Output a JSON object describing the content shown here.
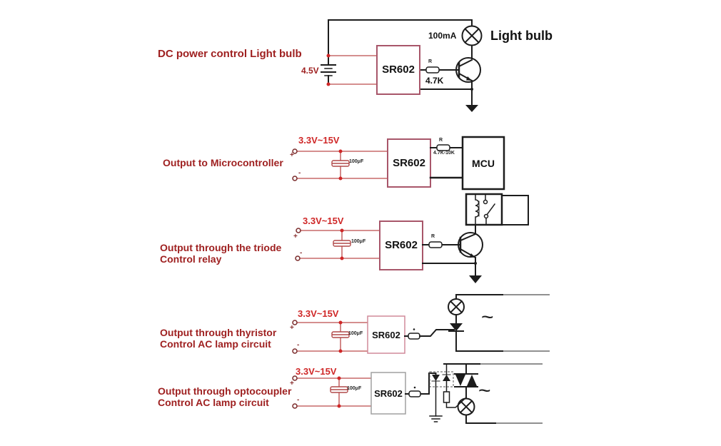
{
  "sections": [
    {
      "title": "DC power control Light bulb",
      "battery_voltage": "4.5V",
      "module": "SR602",
      "resistor": "4.7K",
      "pin": "R",
      "lamp_current": "100mA",
      "load": "Light bulb"
    },
    {
      "title": "Output to Microcontroller",
      "supply": "3.3V~15V",
      "capacitor": "100μF",
      "module": "SR602",
      "resistor": "4.7K-10K",
      "pin": "R",
      "target": "MCU"
    },
    {
      "title_line1": "Output through the triode",
      "title_line2": "Control relay",
      "supply": "3.3V~15V",
      "capacitor": "100μF",
      "module": "SR602",
      "pin": "R"
    },
    {
      "title_line1": "Output through thyristor",
      "title_line2": "Control AC lamp circuit",
      "supply": "3.3V~15V",
      "capacitor": "100μF",
      "module": "SR602",
      "ac": "~"
    },
    {
      "title_line1": "Output through optocoupler",
      "title_line2": "Control AC lamp circuit",
      "supply": "3.3V~15V",
      "capacitor": "100μF",
      "module": "SR602",
      "ac": "~"
    }
  ],
  "marks": {
    "plus": "+",
    "minus": "-"
  },
  "colors": {
    "section_label": "#9e1f1f",
    "voltage_label": "#cf2727",
    "power_wire": "#c76a6a",
    "module_border": "#a8566a",
    "module_border_light": "#d08a9a",
    "module_border_gray": "#a0a0a0",
    "wire": "#1c1c1c",
    "ac_wire_gray": "#909090",
    "junction_dot": "#cf2727"
  }
}
